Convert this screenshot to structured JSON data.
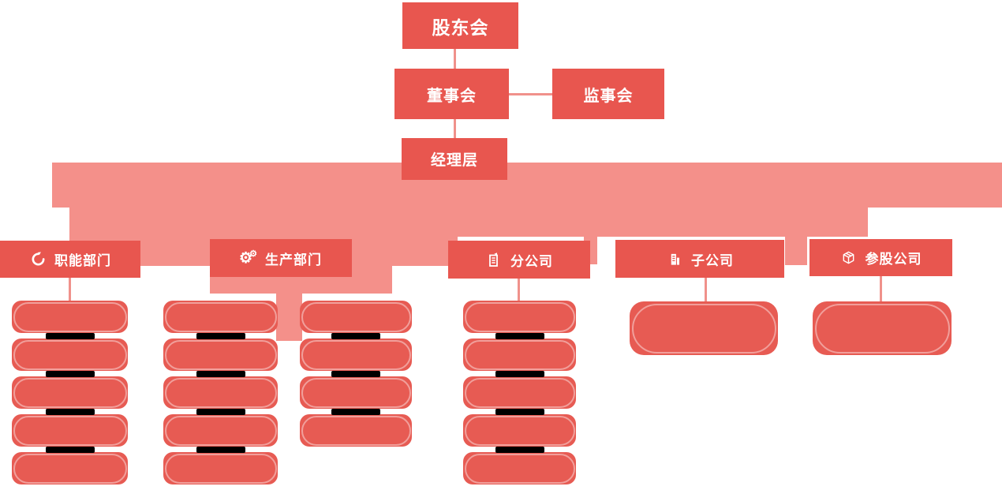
{
  "org_chart": {
    "nodes": {
      "shareholders": {
        "label": "股东会"
      },
      "board": {
        "label": "董事会"
      },
      "supervisors": {
        "label": "监事会"
      },
      "management": {
        "label": "经理层"
      }
    },
    "branches": [
      {
        "label": "职能部门",
        "icon": "circular-arrows-icon",
        "pill_columns": [
          5
        ]
      },
      {
        "label": "生产部门",
        "icon": "gears-icon",
        "pill_columns": [
          5,
          4
        ]
      },
      {
        "label": "分公司",
        "icon": "building-flag-icon",
        "pill_columns": [
          5
        ]
      },
      {
        "label": "子公司",
        "icon": "building-icon",
        "pill_columns": [
          1
        ]
      },
      {
        "label": "参股公司",
        "icon": "cube-icon",
        "pill_columns": [
          1
        ]
      }
    ],
    "gear_glyph": "⚙",
    "colors": {
      "node_red": "#E8564F",
      "pill_red": "#E75B53",
      "fan_pink": "#F4908A",
      "connector_pink": "#F0918B",
      "divider_black": "#000000",
      "text": "#FFFFFF",
      "background": "#FFFFFF"
    }
  }
}
